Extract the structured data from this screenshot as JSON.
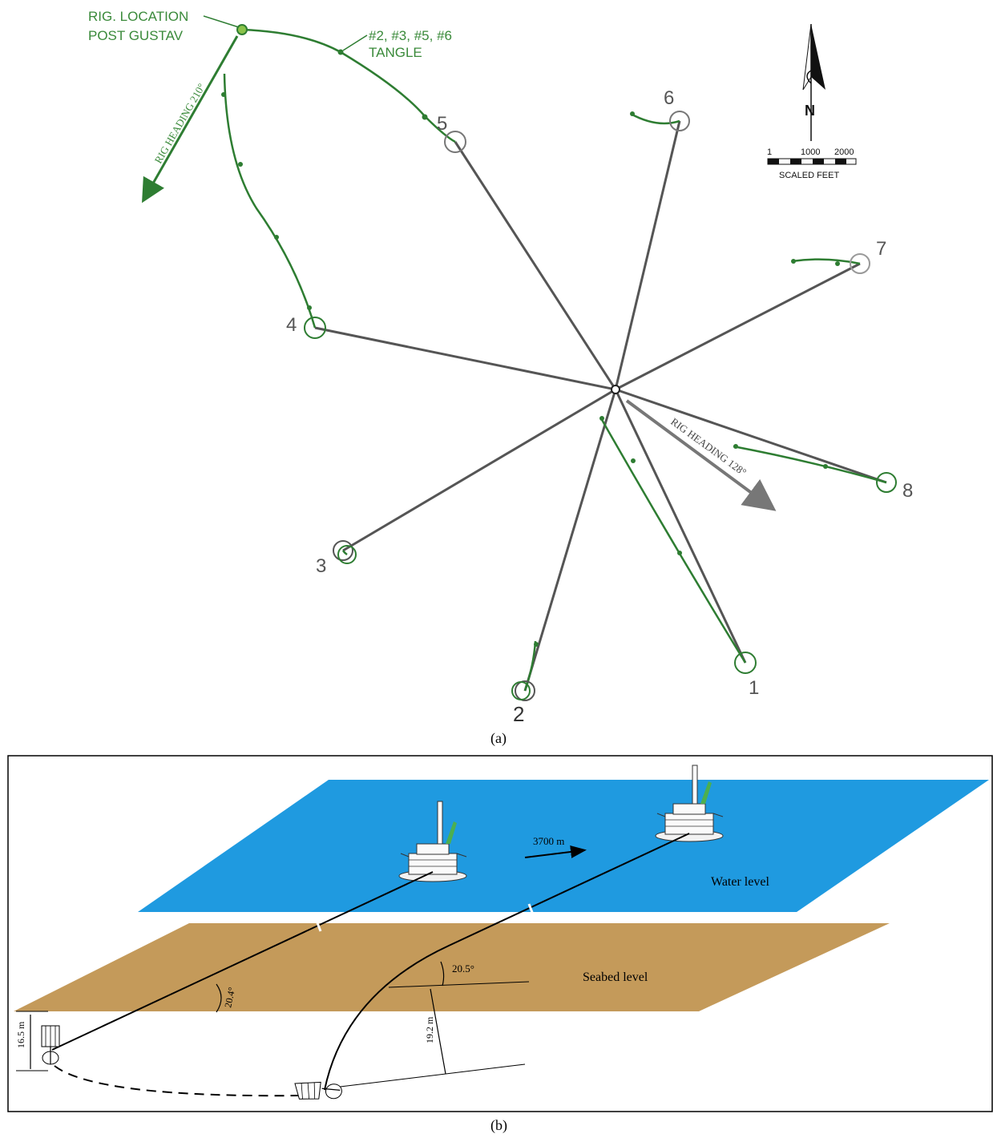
{
  "panel_a": {
    "rig_location_label": [
      "RIG. LOCATION",
      "POST GUSTAV"
    ],
    "tangle_label": [
      "#2, #3, #5, #6",
      "TANGLE"
    ],
    "rig_heading_210": "RIG HEADING 210°",
    "rig_heading_128": "RIG HEADING 128°",
    "scale_bar": {
      "ticks": [
        "1",
        "1000",
        "2000"
      ],
      "label": "SCALED FEET"
    },
    "north_symbol": "N",
    "anchors": [
      "1",
      "2",
      "3",
      "4",
      "5",
      "6",
      "7",
      "8"
    ],
    "caption": "(a)"
  },
  "panel_b": {
    "drift_distance": "3700 m",
    "water_level": "Water level",
    "seabed_level": "Seabed level",
    "angle_left": "20.4°",
    "angle_right": "20.5°",
    "depth_left": "16.5 m",
    "depth_right": "19.2 m",
    "caption": "(b)"
  },
  "colors": {
    "water": "#1f9ae0",
    "seabed": "#c49a5a",
    "anchor_line": "#555555",
    "track": "#2e7d32"
  }
}
